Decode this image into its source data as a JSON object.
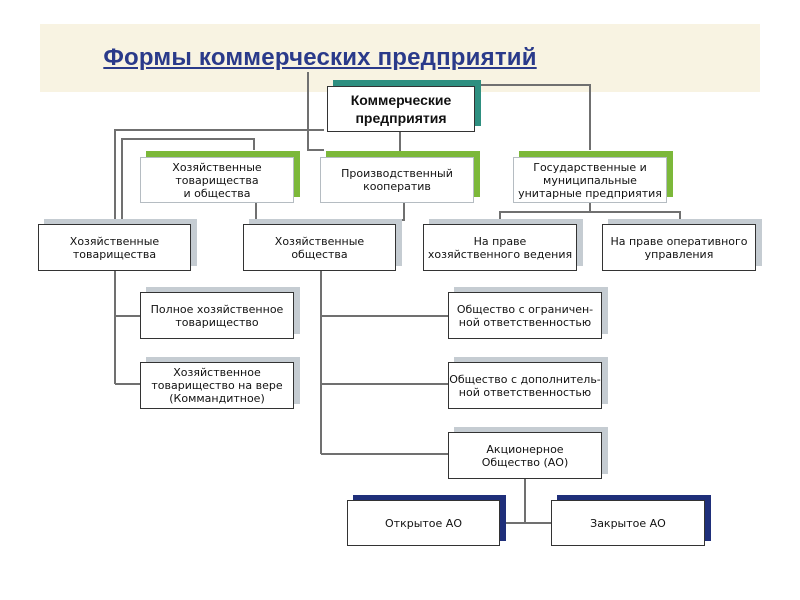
{
  "title": "Формы коммерческих предприятий",
  "nodes": {
    "root": "Коммерческие\nпредприятия",
    "business_partnerships_and_companies": "Хозяйственные\nтоварищества\nи общества",
    "production_cooperative": "Производственный\nкооператив",
    "state_municipal_enterprises": "Государственные и\nмуниципальные\nунитарные предприятия",
    "business_partnerships": "Хозяйственные\nтоварищества",
    "business_companies": "Хозяйственные\nобщества",
    "economic_management_right": "На праве\nхозяйственного ведения",
    "operational_management_right": "На праве оперативного\nуправления",
    "full_partnership": "Полное хозяйственное\nтоварищество",
    "limited_partnership": "Хозяйственное\nтоварищество на вере\n(Коммандитное)",
    "llc": "Общество с ограничен-\nной ответственностью",
    "additional_liability_company": "Общество с дополнитель-\nной  ответственностью",
    "joint_stock_company": "Акционерное\nОбщество (АО)",
    "open_jsc": "Открытое АО",
    "closed_jsc": "Закрытое АО"
  },
  "colors": {
    "title": "#2a3a8a",
    "header_band": "#f8f3e2",
    "green_accent": "#7cb83a",
    "navy_accent": "#1f2f7a",
    "teal_accent": "#2e8f80",
    "grey_accent": "#c5ccd2",
    "connector": "#707070"
  }
}
